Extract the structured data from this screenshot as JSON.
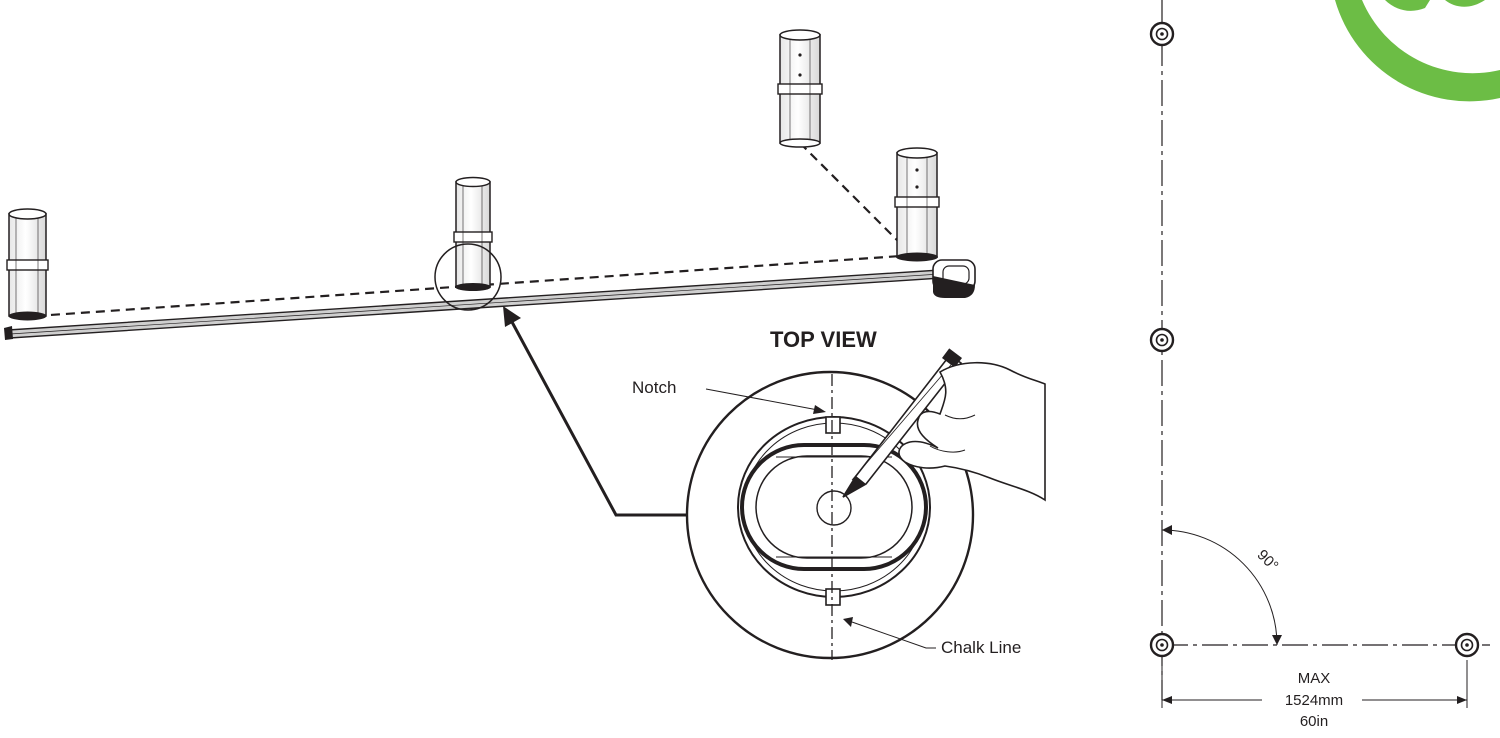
{
  "labels": {
    "top_view": "TOP VIEW",
    "notch": "Notch",
    "chalk_line": "Chalk Line",
    "angle": "90°",
    "dim_max": "MAX",
    "dim_mm": "1524mm",
    "dim_in": "60in"
  },
  "colors": {
    "line": "#231f20",
    "accent_green": "#6cbd45",
    "tape": "#cfcfcf"
  }
}
